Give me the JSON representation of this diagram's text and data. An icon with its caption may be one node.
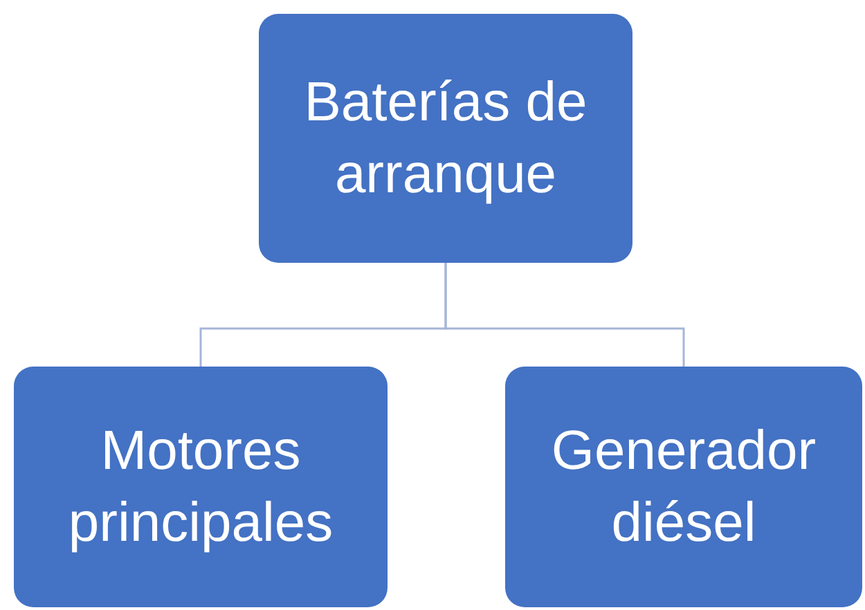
{
  "diagram": {
    "nodes": [
      {
        "text": [
          "Baterías de arranque"
        ]
      },
      {
        "text": [
          "Motores principales"
        ]
      },
      {
        "text": [
          "Generador diésel"
        ]
      }
    ],
    "edges": [
      {
        "from": 0,
        "to": 1,
        "arrow": "none"
      },
      {
        "from": 0,
        "to": 2,
        "arrow": "none"
      }
    ]
  }
}
